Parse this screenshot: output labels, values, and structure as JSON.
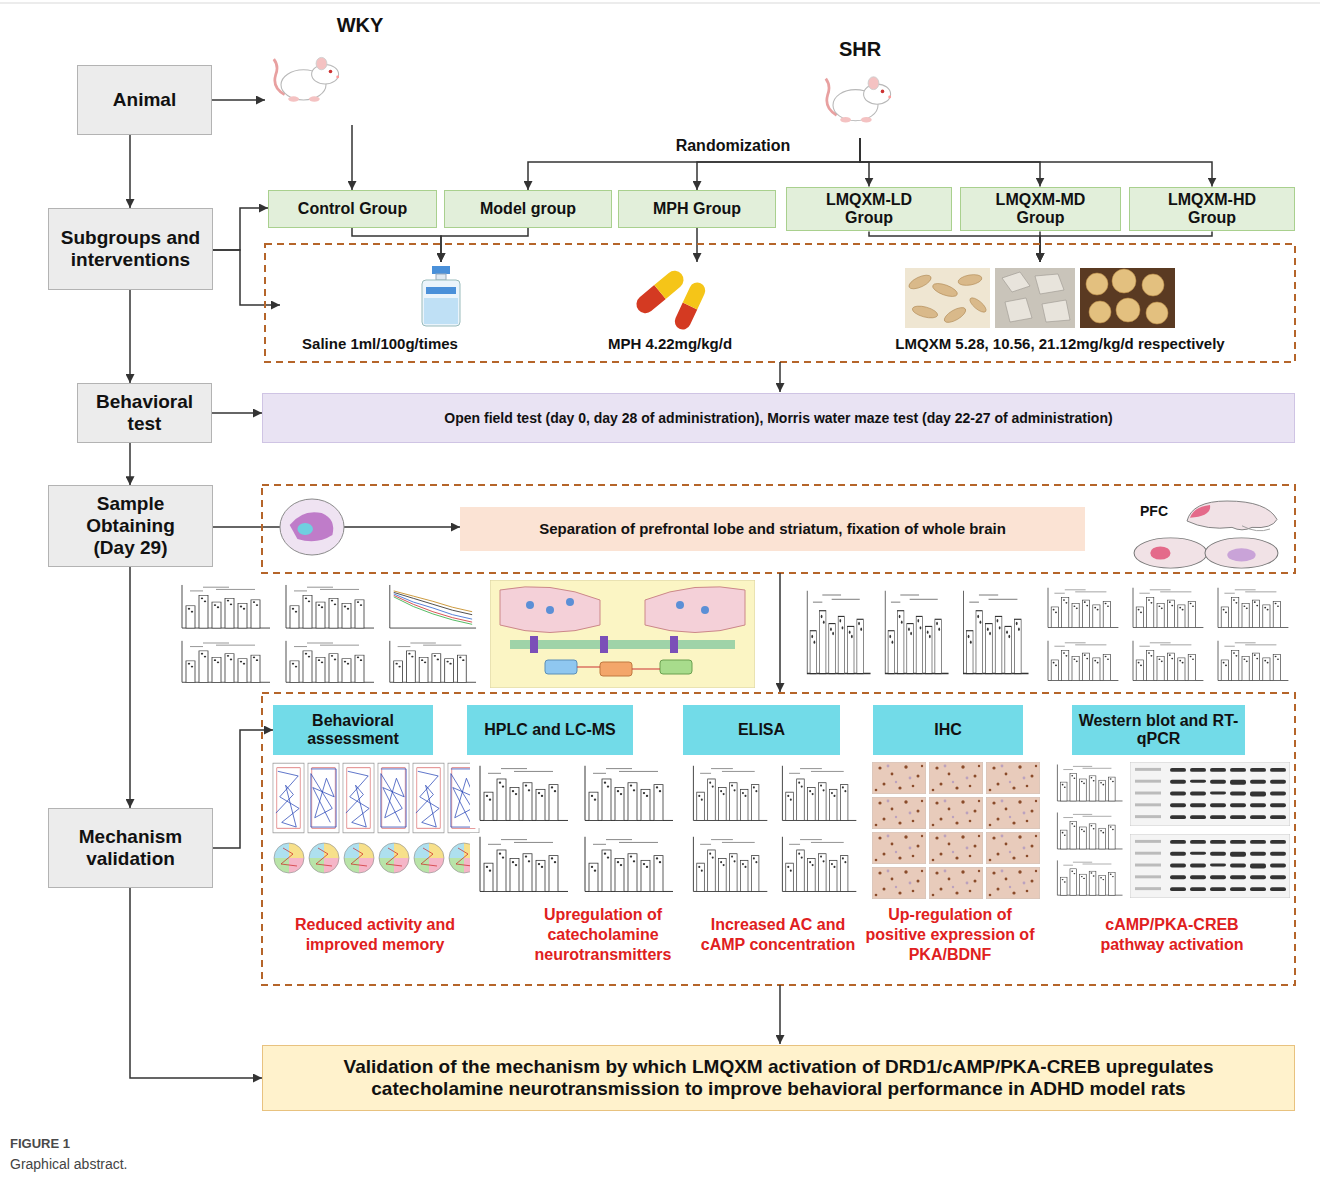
{
  "diagram": {
    "caption": "Graphical abstract.",
    "nodes": [
      {
        "text": [
          "Animal"
        ]
      },
      {
        "text": [
          "WKY"
        ]
      },
      {
        "text": [
          "SHR"
        ]
      },
      {
        "text": [
          "Subgroups and interventions"
        ]
      },
      {
        "text": [
          "Control Group"
        ]
      },
      {
        "text": [
          "Model group"
        ]
      },
      {
        "text": [
          "MPH Group"
        ]
      },
      {
        "text": [
          "LMQXM-LD Group"
        ]
      },
      {
        "text": [
          "LMQXM-MD Group"
        ]
      },
      {
        "text": [
          "LMQXM-HD Group"
        ]
      },
      {
        "text": [
          "Saline 1ml/100g/times"
        ]
      },
      {
        "text": [
          "MPH 4.22mg/kg/d"
        ]
      },
      {
        "text": [
          "LMQXM 5.28, 10.56, 21.12mg/kg/d respectively"
        ]
      },
      {
        "text": [
          "Behavioral test"
        ]
      },
      {
        "text": [
          "Open field test (day 0, day 28 of administration), Morris water maze test (day 22-27 of administration)"
        ]
      },
      {
        "text": [
          "Sample Obtaining (Day 29)"
        ]
      },
      {
        "text": [
          "Separation of prefrontal lobe and striatum, fixation of whole brain"
        ]
      },
      {
        "text": [
          "Mechanism validation"
        ]
      },
      {
        "text": [
          "Behavioral assessment"
        ]
      },
      {
        "text": [
          "HPLC and LC-MS"
        ]
      },
      {
        "text": [
          "ELISA"
        ]
      },
      {
        "text": [
          "IHC"
        ]
      },
      {
        "text": [
          "Western blot and RT-qPCR"
        ]
      },
      {
        "text": [
          "Validation of the mechanism by which LMQXM activation of DRD1/cAMP/PKA-CREB upregulates catecholamine neurotransmission to improve behavioral performance in ADHD model rats"
        ]
      }
    ],
    "edges": [
      {
        "from": 0,
        "to": 1,
        "arrow": "to"
      },
      {
        "from": 0,
        "to": 3,
        "arrow": "to"
      },
      {
        "from": 1,
        "to": 4,
        "arrow": "to"
      },
      {
        "from": 2,
        "to": 5,
        "arrow": "to"
      },
      {
        "from": 2,
        "to": 6,
        "arrow": "to"
      },
      {
        "from": 2,
        "to": 7,
        "arrow": "to"
      },
      {
        "from": 2,
        "to": 8,
        "arrow": "to"
      },
      {
        "from": 2,
        "to": 9,
        "arrow": "to"
      },
      {
        "from": 3,
        "to": 4,
        "arrow": "to"
      },
      {
        "from": 3,
        "to": 10,
        "arrow": "to"
      },
      {
        "from": 4,
        "to": 10,
        "arrow": "to"
      },
      {
        "from": 5,
        "to": 10,
        "arrow": "to"
      },
      {
        "from": 6,
        "to": 11,
        "arrow": "to"
      },
      {
        "from": 7,
        "to": 12,
        "arrow": "to"
      },
      {
        "from": 8,
        "to": 12,
        "arrow": "to"
      },
      {
        "from": 9,
        "to": 12,
        "arrow": "to"
      },
      {
        "from": 3,
        "to": 13,
        "arrow": "to"
      },
      {
        "from": 13,
        "to": 14,
        "arrow": "to"
      },
      {
        "from": 13,
        "to": 15,
        "arrow": "to"
      },
      {
        "from": 15,
        "to": 16,
        "arrow": "to"
      },
      {
        "from": 15,
        "to": 17,
        "arrow": "to"
      },
      {
        "from": 17,
        "to": 18,
        "arrow": "to"
      },
      {
        "from": 17,
        "to": 23,
        "arrow": "to"
      }
    ],
    "labels": [
      "Randomization",
      "PFC",
      "Reduced activity and improved memory",
      "Upregulation of catecholamine neurotransmitters",
      "Increased AC and cAMP concentration",
      "Up-regulation of positive expression of PKA/BDNF",
      "cAMP/PKA-CREB pathway activation",
      "FIGURE 1"
    ]
  }
}
